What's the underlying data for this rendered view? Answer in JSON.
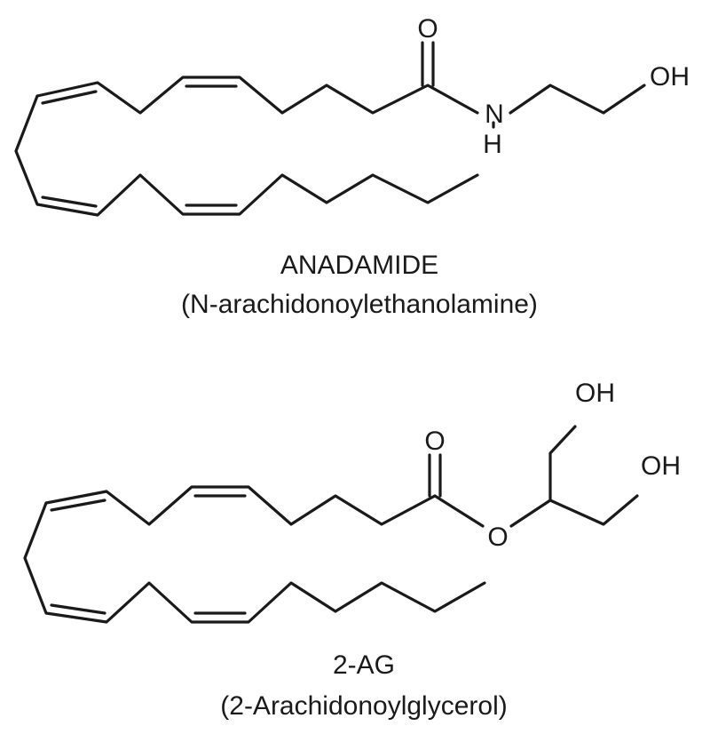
{
  "molecules": [
    {
      "id": "anandamide",
      "name": "ANADAMIDE",
      "subtitle": "(N-arachidonoylethanolamine)",
      "atoms": {
        "carbonyl_o": "O",
        "amide_n": "N",
        "amide_h": "H",
        "hydroxyl": "OH"
      }
    },
    {
      "id": "2-ag",
      "name": "2-AG",
      "subtitle": "(2-Arachidonoylglycerol)",
      "atoms": {
        "carbonyl_o": "O",
        "ester_o": "O",
        "hydroxyl_top": "OH",
        "hydroxyl_right": "OH"
      }
    }
  ],
  "colors": {
    "ink": "#1a1a1a",
    "background": "#ffffff"
  }
}
